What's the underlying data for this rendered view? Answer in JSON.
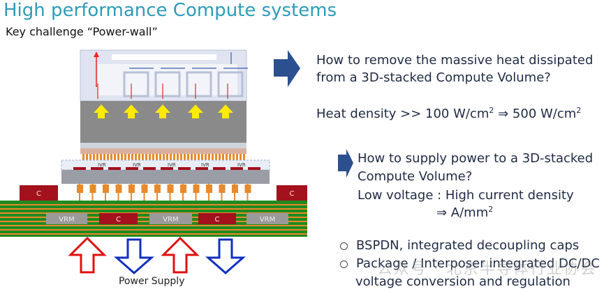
{
  "title": "High performance Compute systems",
  "subtitle": "Key challenge “Power-wall”",
  "heat": {
    "question_line1": "How to remove the massive heat dissipated",
    "question_line2": "from a 3D-stacked Compute Volume?",
    "density_prefix": "Heat density >> 100 W/cm",
    "density_mid": " ⇒ 500 W/cm",
    "sup": "2"
  },
  "power": {
    "question_line1": "How to supply power to a  3D-stacked",
    "question_line2": "Compute Volume?",
    "line3": "Low voltage : High current density",
    "line4": "⇒ A/mm",
    "sup": "2"
  },
  "bullets": [
    "BSPDN, integrated decoupling caps",
    "Package / Interposer integrated DC/DC",
    "voltage conversion and regulation"
  ],
  "diagram": {
    "ivr_label": "IVR",
    "vrm_label": "VRM",
    "cap_label": "C",
    "power_supply_label": "Power Supply"
  },
  "watermark": "公众号 · 北京半导体行业协会",
  "colors": {
    "title": "#2f9bb8",
    "arrow_blue": "#2b4f8f",
    "cap_red": "#a3111c",
    "board_green": "#1f8a1f",
    "trace_orange": "#e88a2a"
  }
}
